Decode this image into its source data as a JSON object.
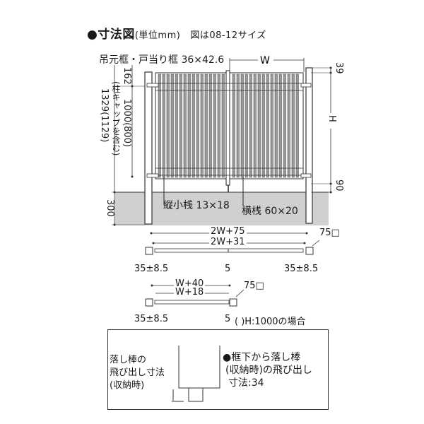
{
  "title": {
    "main": "●寸法図",
    "unit": "(単位mm)",
    "note": "図は08-12サイズ"
  },
  "labels": {
    "frame": "吊元框・戸当り框 36×42.6",
    "width": "W",
    "height": "H",
    "dim_top_left": "162",
    "dim_total_height": "1329(1129)",
    "dim_total_note": "(柱キャップを含む)",
    "dim_inner_height": "1000(800)",
    "dim_ground": "300",
    "dim_top_right": "39",
    "dim_bottom_right": "90",
    "vertical_bar": "縦小桟 13×18",
    "horizontal_bar": "横桟 60×20"
  },
  "plan_double": {
    "outer": "2W+75",
    "inner": "2W+31",
    "left_gap": "35±8.5",
    "center_gap": "5",
    "right_gap": "35±8.5",
    "post": "75□"
  },
  "plan_single": {
    "outer": "W+40",
    "inner": "W+18",
    "left_gap": "35±8.5",
    "right_gap": "5",
    "post": "75□",
    "note": "( )H:1000の場合"
  },
  "detail": {
    "left_text": [
      "落し棒の",
      "飛び出し寸法",
      "(収納時)"
    ],
    "right_text": [
      "●框下から落し棒",
      "(収納時)の飛び出し",
      "寸法:34"
    ]
  },
  "colors": {
    "ground": "#d0d0d0",
    "bar": "#9a9a9a",
    "line": "#1a1a1a"
  }
}
